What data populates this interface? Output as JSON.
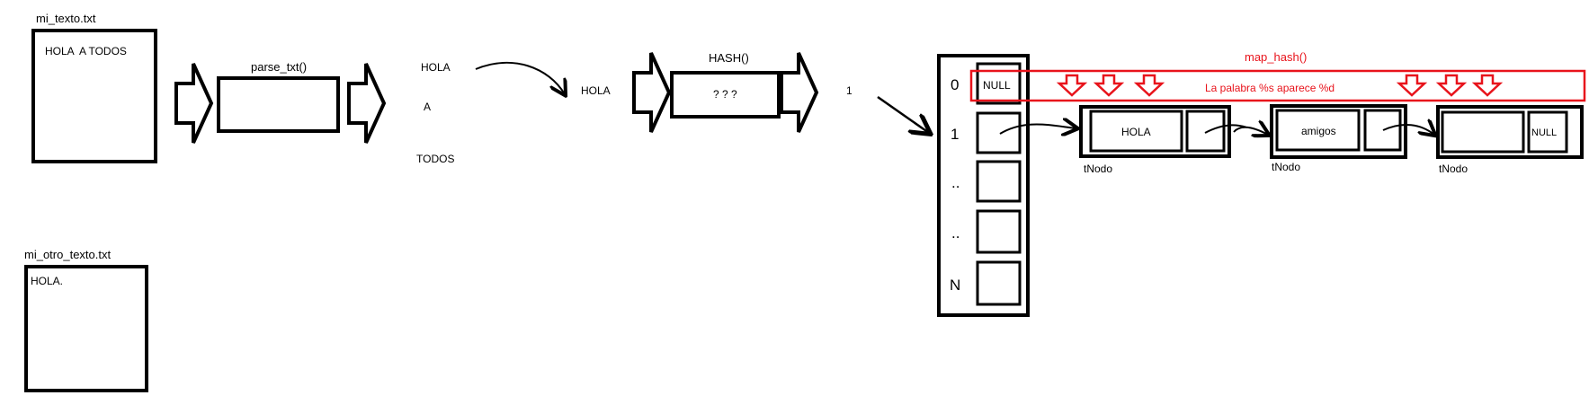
{
  "files": {
    "first": {
      "name": "mi_texto.txt",
      "content": "HOLA  A TODOS"
    },
    "second": {
      "name": "mi_otro_texto.txt",
      "content": "HOLA."
    }
  },
  "parser": {
    "label": "parse_txt()"
  },
  "tokens": [
    "HOLA",
    "A",
    "TODOS"
  ],
  "hash_input": "HOLA",
  "hash_fn": {
    "label": "HASH()",
    "body": "? ? ?"
  },
  "hash_output": "1",
  "table": {
    "indices": [
      "0",
      "1",
      "..",
      "..",
      "N"
    ],
    "slot0": "NULL"
  },
  "map_hash": {
    "label": "map_hash()",
    "message": "La palabra %s aparece %d",
    "color": "#e8131b"
  },
  "nodes": [
    {
      "value": "HOLA",
      "type": "tNodo"
    },
    {
      "value": "amigos",
      "type": "tNodo"
    },
    {
      "value": "",
      "next": "NULL",
      "type": "tNodo"
    }
  ]
}
